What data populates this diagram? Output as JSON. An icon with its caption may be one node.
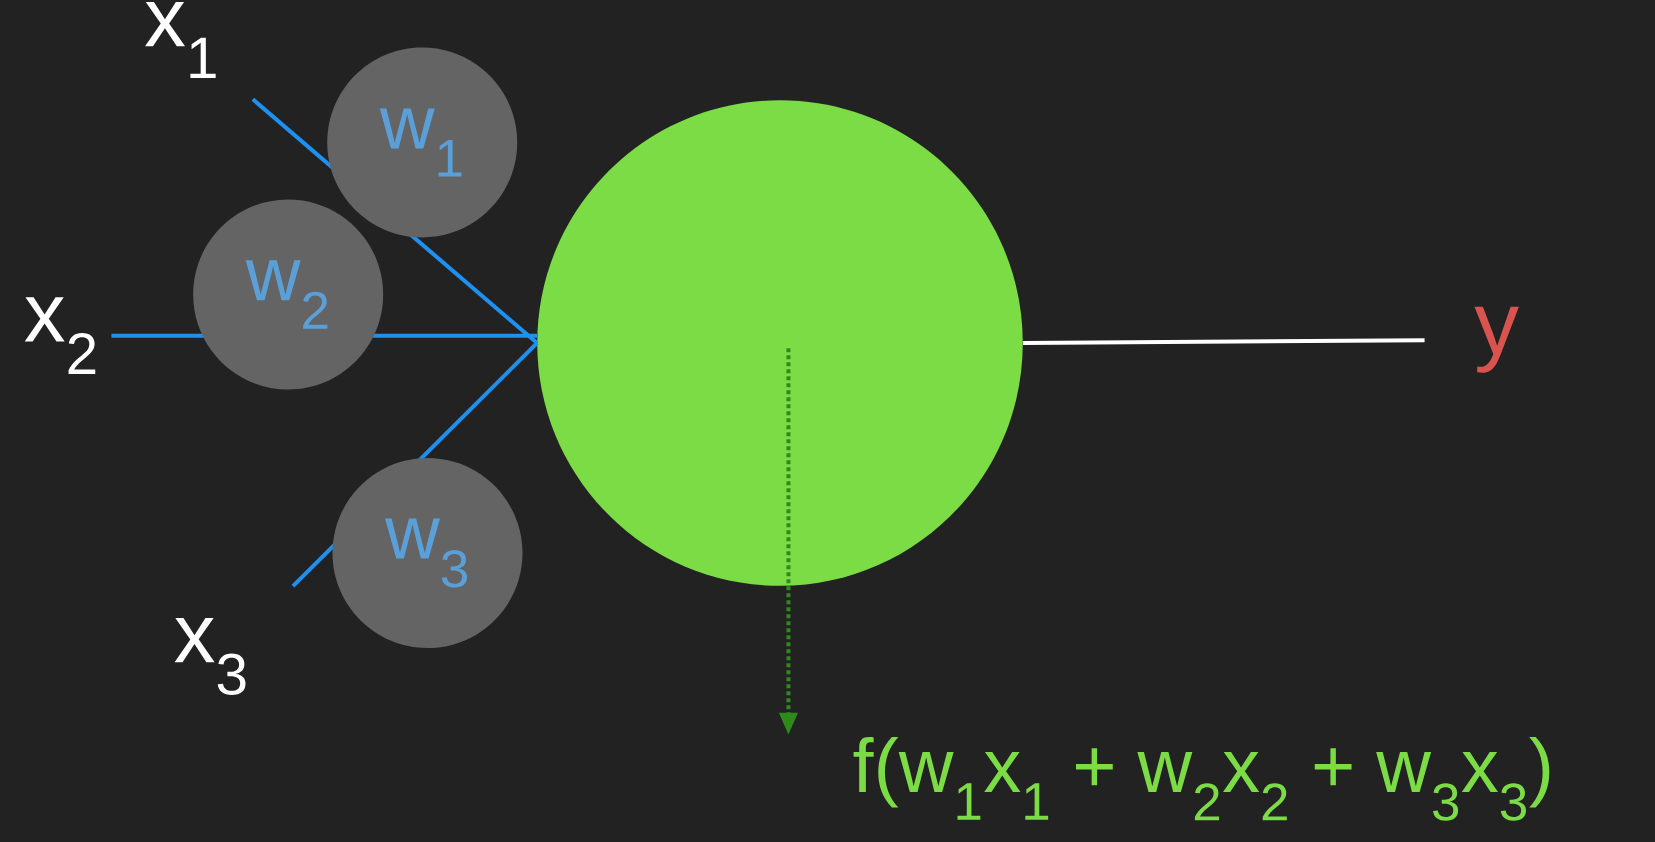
{
  "diagram": {
    "nodes": [
      {
        "text": [
          "x$_{1}$"
        ]
      },
      {
        "text": [
          "x$_{2}$"
        ]
      },
      {
        "text": [
          "x$_{3}$"
        ]
      },
      {
        "text": [],
        "shape": "circle"
      },
      {
        "text": [
          "y"
        ]
      },
      {
        "text": [
          "f(w$_{1}$x$_{1}$ + w$_{2}$x$_{2}$ + w$_{3}$x$_{3}$)"
        ]
      }
    ],
    "edges": [
      {
        "from": 0,
        "to": 3,
        "arrow": "none",
        "label": "w$_{1}$"
      },
      {
        "from": 1,
        "to": 3,
        "arrow": "none",
        "label": "w$_{2}$"
      },
      {
        "from": 2,
        "to": 3,
        "arrow": "none",
        "label": "w$_{3}$"
      },
      {
        "from": 3,
        "to": 4,
        "arrow": "none",
        "color": "#ffffff"
      },
      {
        "from": 3,
        "to": 5,
        "arrow": "to",
        "style": "dashed",
        "color": "#2f8a1c"
      }
    ]
  }
}
